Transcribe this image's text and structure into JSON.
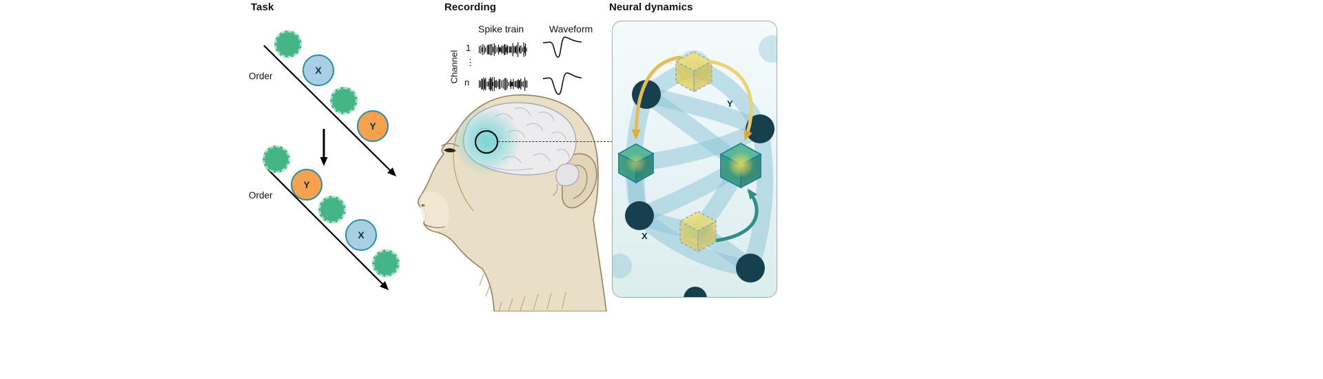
{
  "figure": {
    "task": {
      "title": "Task",
      "order": "Order",
      "x": "X",
      "y": "Y"
    },
    "recording": {
      "title": "Recording",
      "spike_train": "Spike train",
      "waveform": "Waveform",
      "channel": "Channel",
      "channel_first": "1",
      "channel_ellipsis": "⋮",
      "channel_last": "n"
    },
    "neural_dynamics": {
      "title": "Neural dynamics",
      "label_y": "Y",
      "label_x": "X"
    },
    "colors": {
      "item_green": "#45b586",
      "item_green_dash": "#a3e0c6",
      "item_blue": "#a9cfe5",
      "item_orange": "#f5a14d",
      "item_border_teal": "#2a8fa8",
      "node_navy": "#17404f",
      "network_teal": "#8bc4d6",
      "cube_yellow": "#e8d34f",
      "cube_green": "#2f9e77",
      "arrow_yellow": "#e7b852",
      "arrow_teal": "#2e8f86",
      "panel_bg": "#eef7f9",
      "monkey_tan": "#e9dec6",
      "monkey_line": "#94805c",
      "brain_gray": "#ececef",
      "glow_teal": "#6ed2d2"
    }
  }
}
